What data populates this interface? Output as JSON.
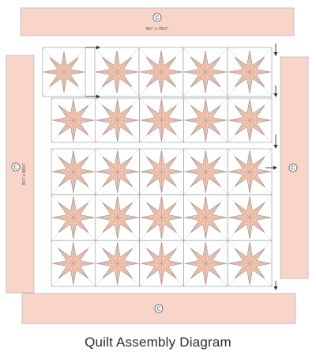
{
  "colors": {
    "star": "#f7c3ad",
    "star_stroke": "#8f8f8f",
    "border": "#f9d4c8",
    "border_stroke": "#b8b8b8",
    "background_block": "#ffffff",
    "arrow": "#333333",
    "caption": "#2b2b2b"
  },
  "diagram": {
    "caption": "Quilt Assembly Diagram",
    "border_badge": "C",
    "top_border_dimension": "8½\" x 76½\"",
    "left_border_dimension": "8½\" x 60½\""
  },
  "blocks": {
    "row1_count": 4,
    "row2_count": 5,
    "main_columns": 5,
    "main_rows": 3,
    "single_block": 1
  }
}
